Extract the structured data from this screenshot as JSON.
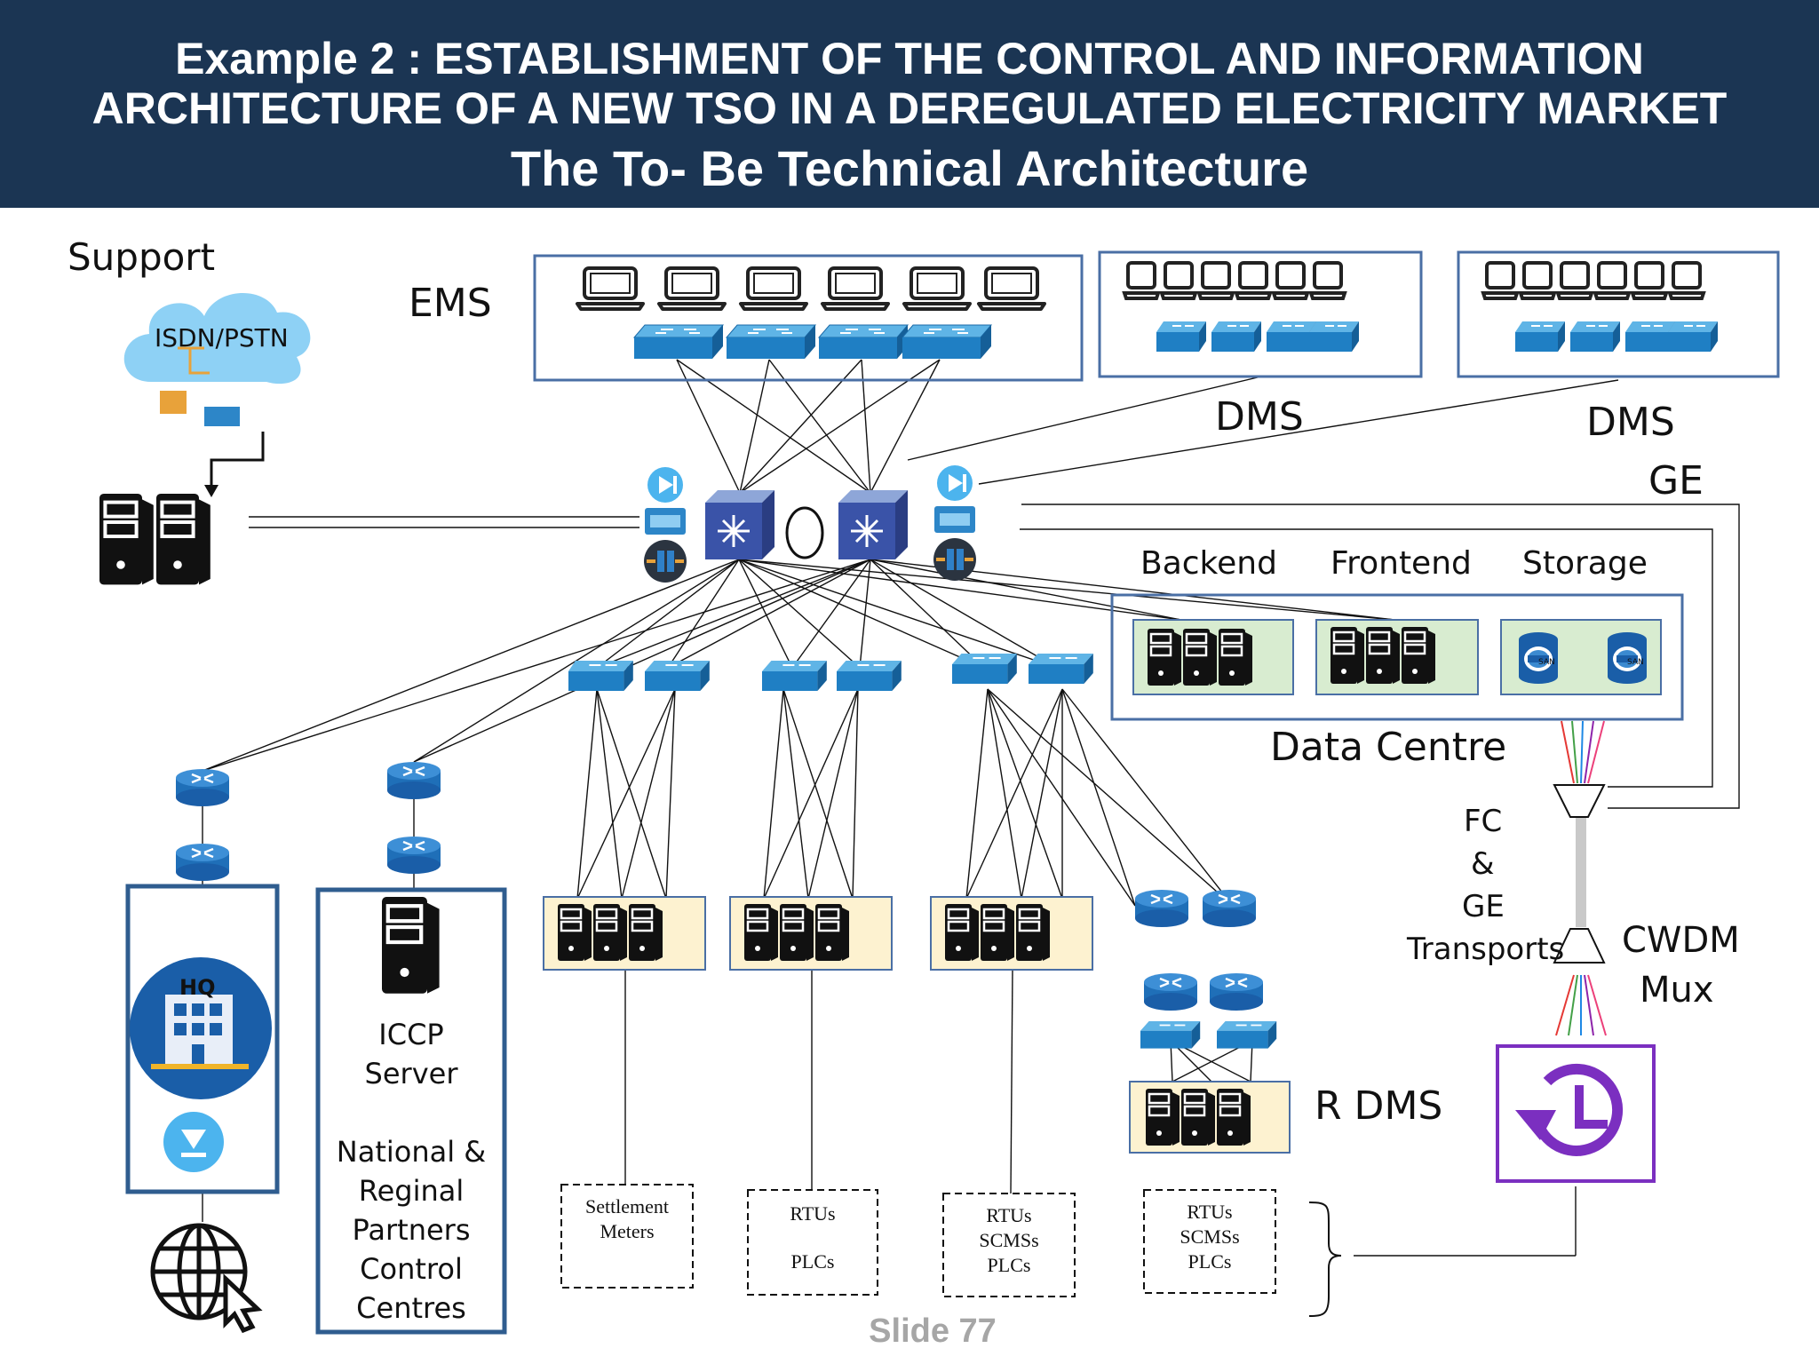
{
  "header": {
    "line1": "Example 2 :  ESTABLISHMENT OF THE  CONTROL AND INFORMATION",
    "line2": "ARCHITECTURE OF A NEW TSO IN A DEREGULATED ELECTRICITY MARKET",
    "subtitle": "The To- Be Technical Architecture"
  },
  "labels": {
    "support": "Support",
    "isdn": "ISDN/PSTN",
    "ems": "EMS",
    "dms1": "DMS",
    "dms2": "DMS",
    "ge": "GE",
    "backend": "Backend",
    "frontend": "Frontend",
    "storage": "Storage",
    "data_centre": "Data Centre",
    "fc": "FC",
    "amp": "&",
    "ge2": "GE",
    "transports": "Transports",
    "cwdm": "CWDM",
    "mux": "Mux",
    "rdms": "R DMS",
    "iccp1": "ICCP",
    "iccp2": "Server",
    "partners1": "National &",
    "partners2": "Reginal",
    "partners3": "Partners",
    "partners4": "Control",
    "partners5": "Centres",
    "hq": "HQ",
    "san": "SAN"
  },
  "field_devices": {
    "settlement1": "Settlement",
    "settlement2": "Meters",
    "rtu_a1": "RTUs",
    "rtu_a2": "PLCs",
    "rtu_b1": "RTUs",
    "rtu_b2": "SCMSs",
    "rtu_b3": "PLCs",
    "rtu_c1": "RTUs",
    "rtu_c2": "SCMSs",
    "rtu_c3": "PLCs"
  },
  "footer": {
    "slide": "Slide 77"
  },
  "colors": {
    "header_bg": "#1b3553",
    "switch_blue": "#1f7fc4",
    "router_blue": "#1f6fb8",
    "box_border": "#4a6fa5",
    "server_fill_bg": "#fdf2d0",
    "dc_fill_bg": "#d8ecd0",
    "clock_purple": "#7b2fc0",
    "hq_blue": "#1a5ea8"
  },
  "icons": [
    "cloud-icon",
    "laptop-icon",
    "switch-icon",
    "server-icon",
    "router-icon",
    "firewall-icon",
    "core-switch-icon",
    "san-icon",
    "hq-building-icon",
    "globe-cursor-icon",
    "clock-restore-icon",
    "cwdm-mux-icon"
  ]
}
